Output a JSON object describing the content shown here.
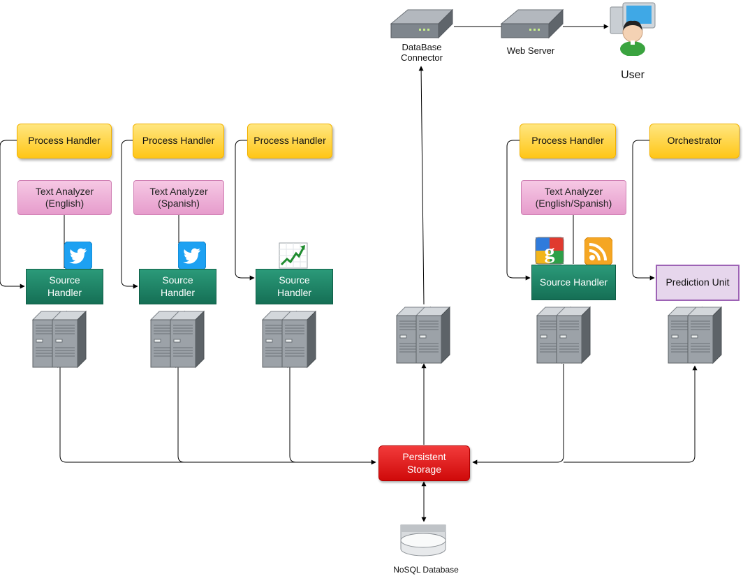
{
  "users": {
    "user_label": "User"
  },
  "servers": {
    "db_connector_label": "DataBase\nConnector",
    "web_server_label": "Web Server"
  },
  "process_handlers": [
    {
      "label": "Process Handler"
    },
    {
      "label": "Process Handler"
    },
    {
      "label": "Process Handler"
    },
    {
      "label": "Process Handler"
    }
  ],
  "orchestrator": {
    "label": "Orchestrator"
  },
  "text_analyzers": [
    {
      "label": "Text Analyzer\n(English)"
    },
    {
      "label": "Text Analyzer\n(Spanish)"
    },
    {
      "label": "Text Analyzer\n(English/Spanish)"
    }
  ],
  "source_handlers": [
    {
      "label": "Source\nHandler"
    },
    {
      "label": "Source\nHandler"
    },
    {
      "label": "Source\nHandler"
    },
    {
      "label": "Source Handler"
    }
  ],
  "prediction_unit": {
    "label": "Prediction Unit"
  },
  "persistent_storage": {
    "label": "Persistent\nStorage"
  },
  "nosql_database": {
    "label": "NoSQL Database"
  },
  "icons": {
    "twitter": "twitter-icon",
    "stock_chart": "stock-chart-icon",
    "google": "google-icon",
    "rss": "rss-icon",
    "server_rack": "server-rack-icon",
    "network_device": "network-device-icon",
    "user": "user-workstation-icon",
    "database": "database-icon"
  },
  "colors": {
    "process_handler": "#ffc617",
    "text_analyzer": "#e69ccc",
    "source_handler": "#1a7f62",
    "persistent_storage": "#e21b1b",
    "prediction_unit": "#e6d6ec",
    "twitter": "#1da1f2",
    "rss": "#f5a623",
    "connector": "#000000"
  }
}
